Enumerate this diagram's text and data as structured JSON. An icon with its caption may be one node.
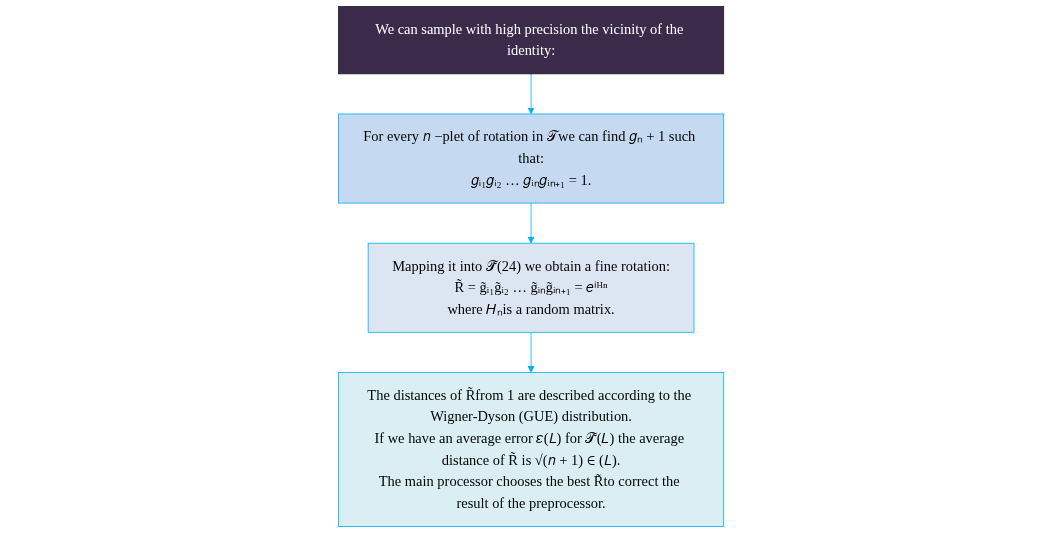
{
  "diagram": {
    "nodes": [
      {
        "text": [
          "We can sample with high precision the vicinity of the identity:"
        ]
      },
      {
        "text": [
          "For every 𝑛 −plet of rotation in 𝒯we can find 𝑔ₙ + 1 such that:",
          "𝑔ᵢ₁𝑔ᵢ₂ … 𝑔ᵢₙ𝑔ᵢₙ₊₁ = 1."
        ]
      },
      {
        "text": [
          "The distances of R̃from 1 are described according to the Wigner-Dyson (GUE) distribution.",
          "If we have an average error 𝜀(𝐿) for 𝒯̃(𝐿) the average distance of R̃ is √(𝑛 + 1) ∈ (𝐿).",
          "The main processor chooses the best R̃to correct the result of the preprocessor."
        ]
      },
      {
        "text": [
          "Mapping it into 𝒯̃(24) we obtain a fine rotation:",
          "R̃ = g̃ᵢ₁g̃ᵢ₂ … g̃ᵢₙg̃ᵢₙ₊₁ = 𝑒ⁱᴴⁿ",
          "where 𝐻ₙis a random matrix."
        ]
      }
    ],
    "edges": [
      {
        "from": 0,
        "to": 1,
        "arrow": "to"
      },
      {
        "from": 1,
        "to": 3,
        "arrow": "to"
      },
      {
        "from": 3,
        "to": 2,
        "arrow": "to"
      }
    ]
  }
}
